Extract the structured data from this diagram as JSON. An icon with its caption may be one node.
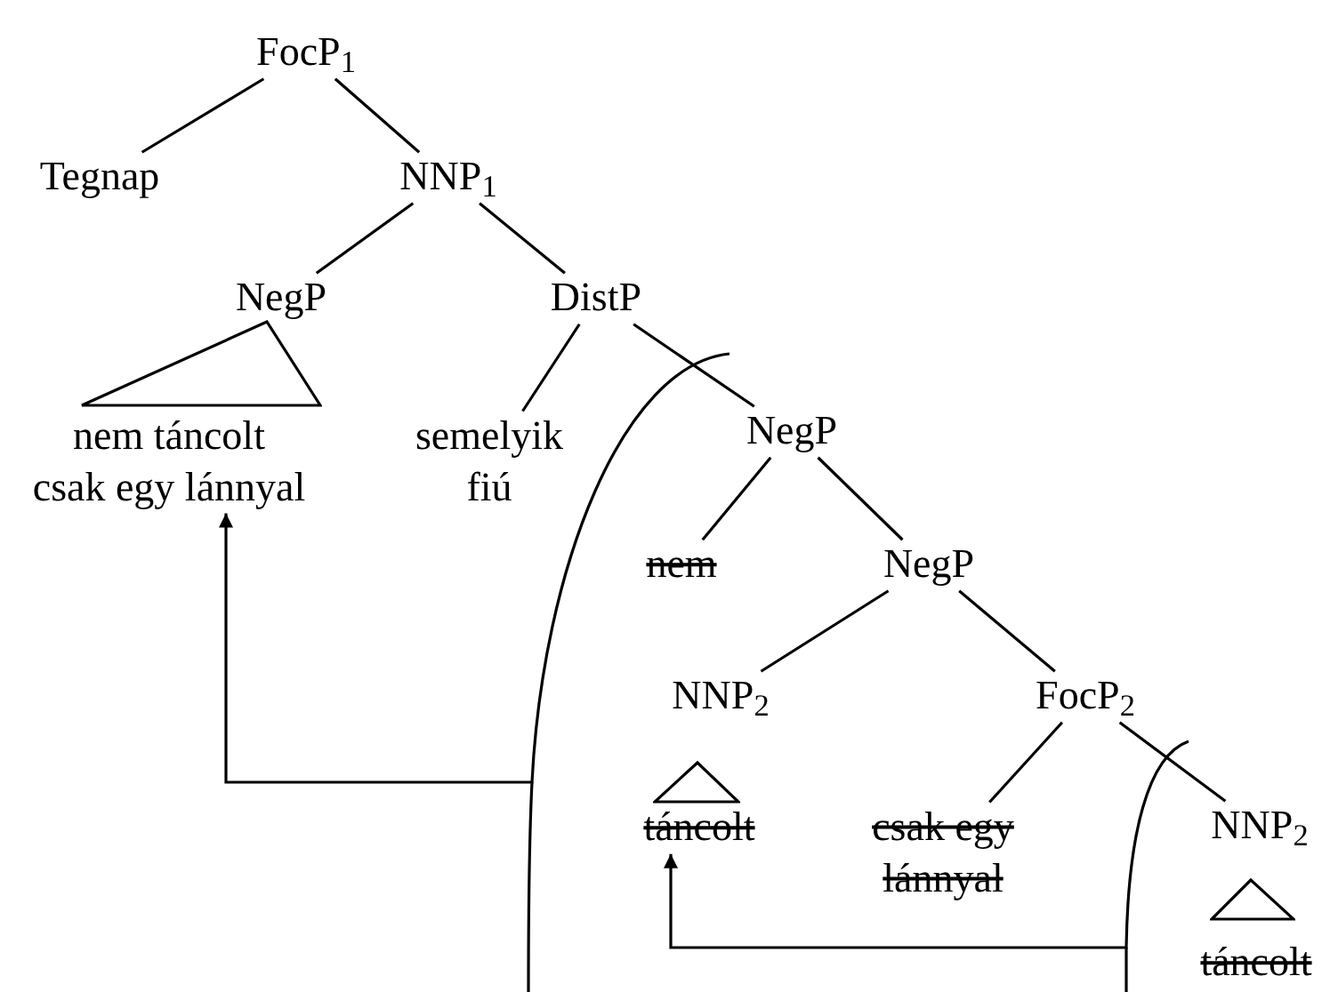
{
  "diagram": {
    "nodes": [
      {
        "text": [
          "FocP$_{1}$"
        ]
      },
      {
        "text": [
          "Tegnap"
        ]
      },
      {
        "text": [
          "NNP$_{1}$"
        ]
      },
      {
        "text": [
          "NegP"
        ]
      },
      {
        "text": [],
        "shape": "triangle"
      },
      {
        "text": [
          "nem táncolt csak egy lánnyal"
        ]
      },
      {
        "text": [
          "DistP"
        ]
      },
      {
        "text": [
          "semelyik fiú"
        ]
      },
      {
        "text": [
          "NegP"
        ]
      },
      {
        "text": [
          "nem"
        ]
      },
      {
        "text": [
          "NegP"
        ]
      },
      {
        "text": [
          "NNP$_{2}$"
        ]
      },
      {
        "text": [],
        "shape": "triangle"
      },
      {
        "text": [
          "táncolt"
        ]
      },
      {
        "text": [
          "FocP$_{2}$"
        ]
      },
      {
        "text": [
          "csak egy lánnyal"
        ]
      },
      {
        "text": [
          "NNP$_{2}$"
        ]
      },
      {
        "text": [],
        "shape": "triangle"
      },
      {
        "text": [
          "táncolt"
        ]
      }
    ],
    "edges": [
      {
        "from": 0,
        "to": 1,
        "arrow": "none"
      },
      {
        "from": 0,
        "to": 2,
        "arrow": "none"
      },
      {
        "from": 2,
        "to": 3,
        "arrow": "none"
      },
      {
        "from": 2,
        "to": 6,
        "arrow": "none"
      },
      {
        "from": 6,
        "to": 7,
        "arrow": "none"
      },
      {
        "from": 6,
        "to": 8,
        "arrow": "none"
      },
      {
        "from": 8,
        "to": 9,
        "arrow": "none"
      },
      {
        "from": 8,
        "to": 10,
        "arrow": "none"
      },
      {
        "from": 10,
        "to": 11,
        "arrow": "none"
      },
      {
        "from": 10,
        "to": 14,
        "arrow": "none"
      },
      {
        "from": 14,
        "to": 15,
        "arrow": "none"
      },
      {
        "from": 14,
        "to": 16,
        "arrow": "none"
      },
      {
        "from": null,
        "to": 5,
        "arrow": "to"
      },
      {
        "from": null,
        "to": 13,
        "arrow": "to"
      }
    ]
  }
}
